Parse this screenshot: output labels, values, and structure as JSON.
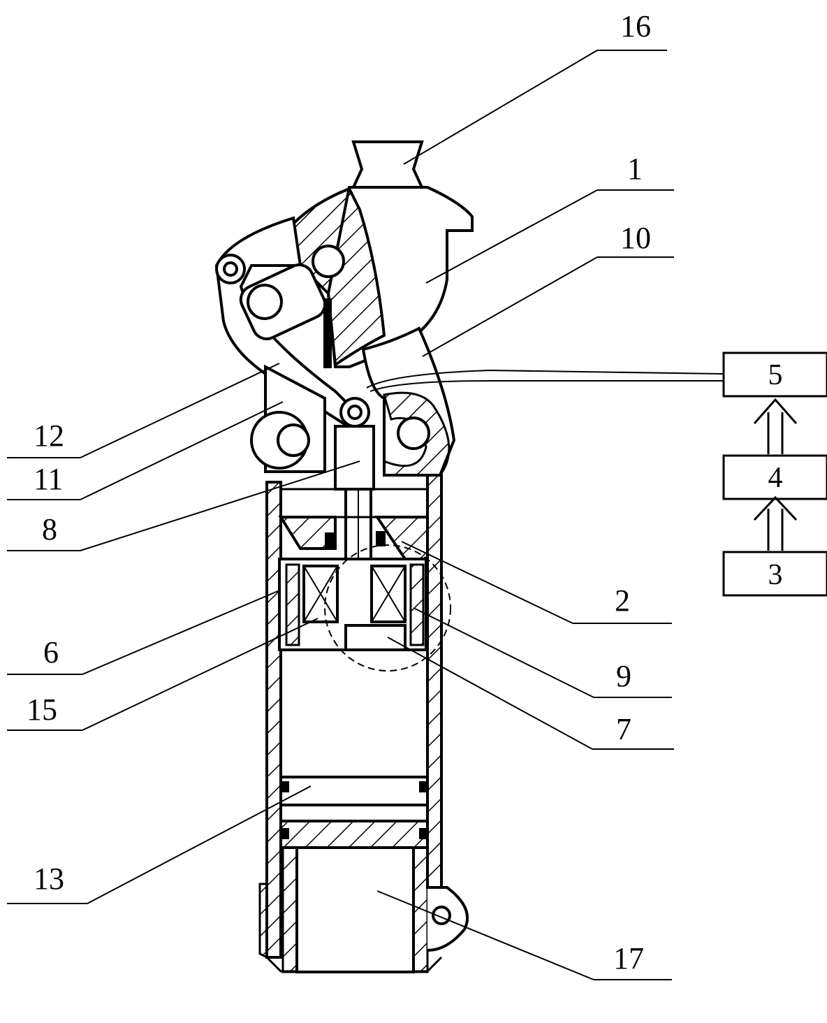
{
  "diagram": {
    "callout_labels": {
      "l16": "16",
      "l1": "1",
      "l10": "10",
      "l12": "12",
      "l11": "11",
      "l8": "8",
      "l2": "2",
      "l6": "6",
      "l9": "9",
      "l15": "15",
      "l7": "7",
      "l13": "13",
      "l17": "17"
    },
    "block_labels": {
      "b5": "5",
      "b4": "4",
      "b3": "3"
    },
    "colors": {
      "stroke": "#000000",
      "background": "#ffffff"
    }
  }
}
